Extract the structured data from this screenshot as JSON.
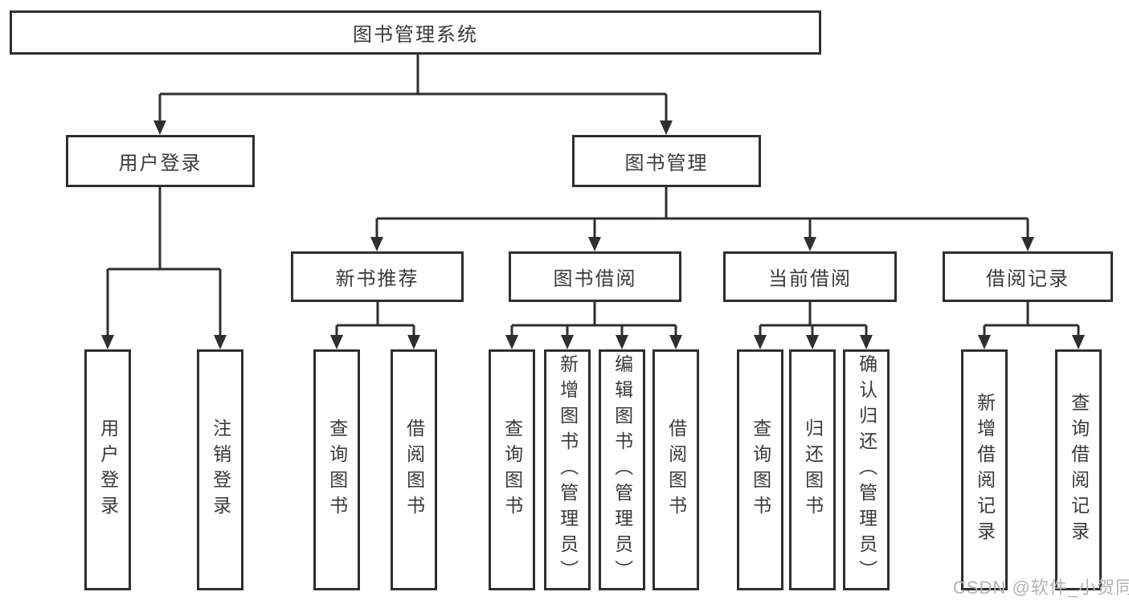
{
  "tree": {
    "label": "图书管理系统",
    "children": [
      {
        "label": "用户登录",
        "children": [
          {
            "label": "用户登录"
          },
          {
            "label": "注销登录"
          }
        ]
      },
      {
        "label": "图书管理",
        "children": [
          {
            "label": "新书推荐",
            "children": [
              {
                "label": "查询图书"
              },
              {
                "label": "借阅图书"
              }
            ]
          },
          {
            "label": "图书借阅",
            "children": [
              {
                "label": "查询图书"
              },
              {
                "label": "新增图书（管理员）"
              },
              {
                "label": "编辑图书（管理员）"
              },
              {
                "label": "借阅图书"
              }
            ]
          },
          {
            "label": "当前借阅",
            "children": [
              {
                "label": "查询图书"
              },
              {
                "label": "归还图书"
              },
              {
                "label": "确认归还（管理员）"
              }
            ]
          },
          {
            "label": "借阅记录",
            "children": [
              {
                "label": "新增借阅记录"
              },
              {
                "label": "查询借阅记录"
              }
            ]
          }
        ]
      }
    ]
  },
  "watermark": {
    "text": "CSDN @软件_小贺同学"
  },
  "colors": {
    "line": "#2f2f2f",
    "text": "#3a3a3a",
    "watermark": "#b3b3b3",
    "background": "#ffffff"
  }
}
